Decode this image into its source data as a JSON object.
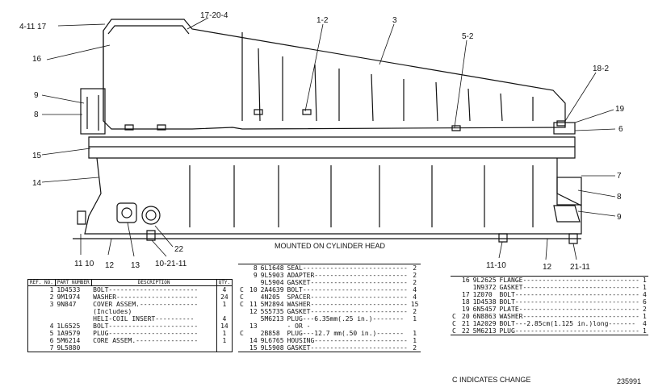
{
  "callouts": {
    "c_4_11_17": "4-11 17",
    "c_17_20_4": "17-20-4",
    "c_1_2": "1-2",
    "c_3": "3",
    "c_5_2": "5-2",
    "c_18_2": "18-2",
    "c_19": "19",
    "c_6": "6",
    "c_16": "16",
    "c_9a": "9",
    "c_8a": "8",
    "c_15": "15",
    "c_14": "14",
    "c_7": "7",
    "c_8b": "8",
    "c_9b": "9",
    "c_22": "22",
    "c_11_10a": "11 10",
    "c_12a": "12",
    "c_13": "13",
    "c_10_21_11": "10-21-11",
    "c_11_10b": "11-10",
    "c_12b": "12",
    "c_21_11": "21-11"
  },
  "mounted_caption": "MOUNTED ON CYLINDER HEAD",
  "change_note": "C INDICATES CHANGE",
  "drawing_number": "235991",
  "table1": {
    "headers": [
      "REF. NO.",
      "PART NUMBER",
      "DESCRIPTION",
      "QTY."
    ],
    "rows": [
      {
        "c": "",
        "ref": "1",
        "part": "1D4533",
        "desc": "BOLT-----------------------",
        "qty": "4"
      },
      {
        "c": "",
        "ref": "2",
        "part": "9M1974",
        "desc": "WASHER---------------------",
        "qty": "24"
      },
      {
        "c": "",
        "ref": "3",
        "part": "9N847",
        "desc": "COVER ASSEM.---------------",
        "qty": "1"
      },
      {
        "c": "",
        "ref": "",
        "part": "",
        "desc": "  (Includes)",
        "qty": ""
      },
      {
        "c": "",
        "ref": "",
        "part": "",
        "desc": "  HELI-COIL INSERT----------",
        "qty": "4"
      },
      {
        "c": "",
        "ref": "4",
        "part": "1L6525",
        "desc": "BOLT-----------------------",
        "qty": "14"
      },
      {
        "c": "",
        "ref": "5",
        "part": "1A9579",
        "desc": "PLUG-----------------------",
        "qty": "1"
      },
      {
        "c": "",
        "ref": "6",
        "part": "5M6214",
        "desc": "CORE ASSEM.----------------",
        "qty": "1"
      },
      {
        "c": "",
        "ref": "7",
        "part": "9L5880",
        "desc": "",
        "qty": ""
      }
    ]
  },
  "table2": {
    "rows": [
      {
        "c": "",
        "ref": "8",
        "part": "6L1648",
        "desc": "SEAL---------------------------",
        "qty": "2"
      },
      {
        "c": "",
        "ref": "9",
        "part": "9L5903",
        "desc": "ADAPTER------------------------",
        "qty": "2"
      },
      {
        "c": "",
        "ref": "",
        "part": "9L5904",
        "desc": "GASKET-------------------------",
        "qty": "2"
      },
      {
        "c": "C",
        "ref": "10",
        "part": "2A4639",
        "desc": "BOLT---------------------------",
        "qty": "4"
      },
      {
        "c": "C",
        "ref": "",
        "part": "4N205",
        "desc": "SPACER-------------------------",
        "qty": "4"
      },
      {
        "c": "C",
        "ref": "11",
        "part": "5M2894",
        "desc": "WASHER-------------------------",
        "qty": "15"
      },
      {
        "c": "",
        "ref": "12",
        "part": "5S5735",
        "desc": "GASKET-------------------------",
        "qty": "2"
      },
      {
        "c": "",
        "ref": "",
        "part": "5M6213",
        "desc": "PLUG---6.35mm(.25 in.)--------",
        "qty": "1"
      },
      {
        "c": "",
        "ref": "13",
        "part": "",
        "desc": "          - OR -",
        "qty": ""
      },
      {
        "c": "C",
        "ref": "",
        "part": "2B858",
        "desc": "PLUG---12.7 mm(.50 in.)-------",
        "qty": "1"
      },
      {
        "c": "",
        "ref": "14",
        "part": "9L6765",
        "desc": "HOUSING------------------------",
        "qty": "1"
      },
      {
        "c": "",
        "ref": "15",
        "part": "9L5908",
        "desc": "GASKET-------------------------",
        "qty": "2"
      }
    ]
  },
  "table3": {
    "rows": [
      {
        "c": "",
        "ref": "16",
        "part": "9L2625",
        "desc": "FLANGE------------------------------",
        "qty": "1"
      },
      {
        "c": "",
        "ref": "",
        "part": "1N9372",
        "desc": "GASKET------------------------------",
        "qty": "1"
      },
      {
        "c": "",
        "ref": "17",
        "part": "1Z070",
        "desc": "BOLT--------------------------------",
        "qty": "4"
      },
      {
        "c": "",
        "ref": "18",
        "part": "1D4538",
        "desc": "BOLT--------------------------------",
        "qty": "6"
      },
      {
        "c": "",
        "ref": "19",
        "part": "6N5457",
        "desc": "PLATE-------------------------------",
        "qty": "2"
      },
      {
        "c": "C",
        "ref": "20",
        "part": "6N8863",
        "desc": "WASHER------------------------------",
        "qty": "1"
      },
      {
        "c": "C",
        "ref": "21",
        "part": "1A2029",
        "desc": "BOLT---2.85cm(1.125 in.)long-------",
        "qty": "4"
      },
      {
        "c": "C",
        "ref": "22",
        "part": "5M6213",
        "desc": "PLUG--------------------------------",
        "qty": "1"
      }
    ]
  }
}
